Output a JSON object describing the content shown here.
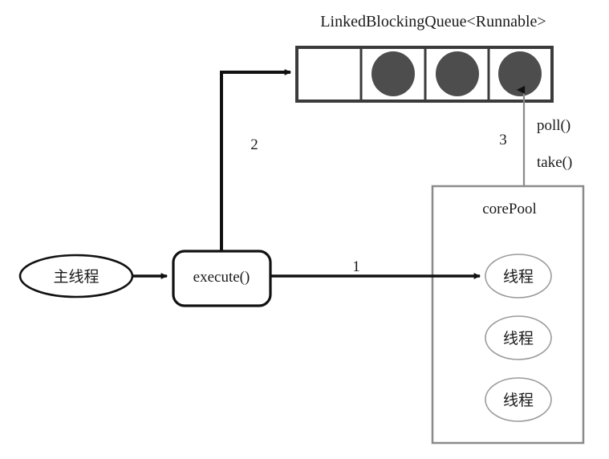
{
  "diagram": {
    "title": "LinkedBlockingQueue<Runnable>",
    "colors": {
      "stroke_dark": "#3b3b3b",
      "stroke_black": "#111111",
      "task_fill": "#4d4d4d",
      "pool_border": "#8a8a8a",
      "thread_border": "#9a9a9a",
      "arrow_thin": "#8a8a8a",
      "background": "#ffffff"
    },
    "queue": {
      "name": "LinkedBlockingQueue<Runnable>",
      "cells": [
        {
          "id": "cell-1",
          "filled": false,
          "task": ""
        },
        {
          "id": "cell-2",
          "filled": true,
          "task": "runnable-task"
        },
        {
          "id": "cell-3",
          "filled": true,
          "task": "runnable-task"
        },
        {
          "id": "cell-4",
          "filled": true,
          "task": "runnable-task"
        }
      ]
    },
    "main_thread": {
      "label": "主线程"
    },
    "execute_box": {
      "label": "execute()"
    },
    "core_pool": {
      "label": "corePool",
      "threads": [
        {
          "label": "线程"
        },
        {
          "label": "线程"
        },
        {
          "label": "线程"
        }
      ]
    },
    "edges": [
      {
        "id": "edge-main-to-execute",
        "label": "",
        "from": "主线程",
        "to": "execute()"
      },
      {
        "id": "edge-execute-to-thread",
        "label": "1",
        "from": "execute()",
        "to": "线程"
      },
      {
        "id": "edge-execute-to-queue",
        "label": "2",
        "from": "execute()",
        "to": "LinkedBlockingQueue<Runnable>"
      },
      {
        "id": "edge-thread-to-queue",
        "label": "3",
        "from": "线程",
        "to": "LinkedBlockingQueue<Runnable>"
      }
    ],
    "annotations": {
      "step_one": "1",
      "step_two": "2",
      "step_three": "3",
      "poll": "poll()",
      "take": "take()"
    }
  }
}
